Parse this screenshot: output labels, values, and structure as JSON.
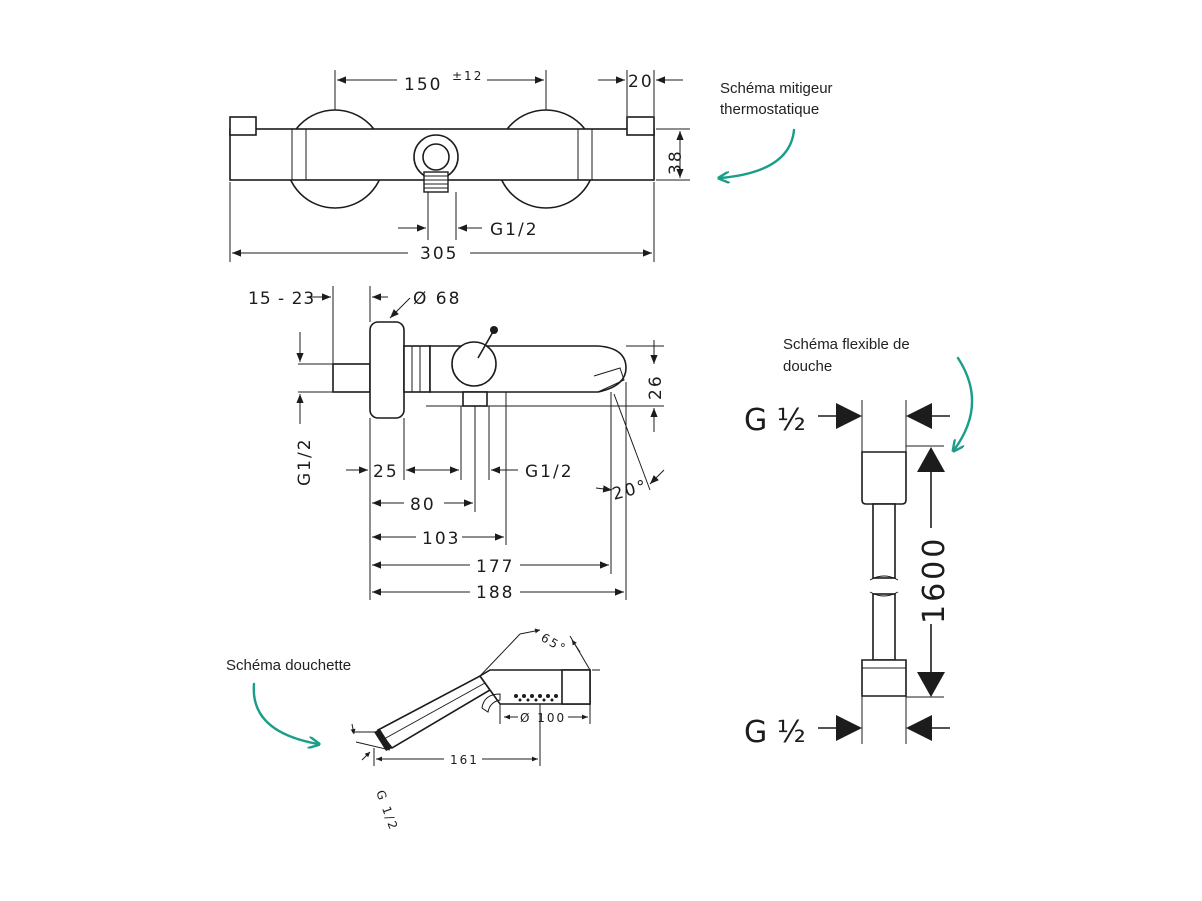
{
  "captions": {
    "thermostat": [
      "Schéma mitigeur",
      "thermostatique"
    ],
    "hose": [
      "Schéma flexible de",
      "douche"
    ],
    "handshower": "Schéma douchette"
  },
  "thermostat_top": {
    "spacing": "150",
    "tolerance": "±12",
    "knob_width": "20",
    "height": "38",
    "outlet": "G1/2",
    "total_length": "305"
  },
  "thermostat_side": {
    "wall_depth": "15 - 23",
    "diameter": "Ø 68",
    "connection": "G1/2",
    "d25": "25",
    "outlet": "G1/2",
    "d80": "80",
    "d103": "103",
    "d177": "177",
    "d188": "188",
    "spout_height": "26",
    "angle": "20°"
  },
  "hose": {
    "g_top": "G ½",
    "g_bottom": "G ½",
    "length": "1600"
  },
  "handshower": {
    "angle": "65°",
    "diameter": "Ø 100",
    "length": "161",
    "thread": "G 1/2"
  },
  "colors": {
    "accent": "#1a9e8a",
    "line": "#1c1c1c"
  }
}
